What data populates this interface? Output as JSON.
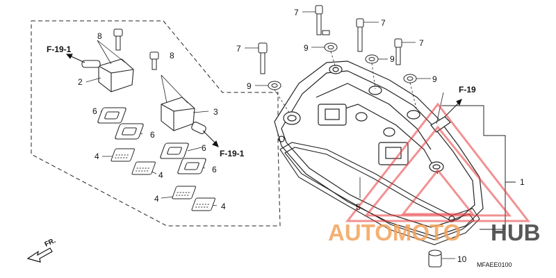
{
  "diagram": {
    "part_labels": {
      "p1": "1",
      "p2": "2",
      "p3": "3",
      "p4a": "4",
      "p4b": "4",
      "p4c": "4",
      "p4d": "4",
      "p5": "5",
      "p6a": "6",
      "p6b": "6",
      "p6c": "6",
      "p6d": "6",
      "p7a": "7",
      "p7b": "7",
      "p7c": "7",
      "p7d": "7",
      "p8a": "8",
      "p8b": "8",
      "p9a": "9",
      "p9b": "9",
      "p9c": "9",
      "p9d": "9",
      "p10": "10"
    },
    "refs": {
      "f191_top": "F-19-1",
      "f191_bottom": "F-19-1",
      "f19": "F-19"
    },
    "front_marker": "FR.",
    "diagram_code": "MFAEE0100"
  },
  "watermark": {
    "part1": "AUTOMOTO",
    "part2": "HUB",
    "color_orange": "#f3a35b",
    "color_dark": "#3b3b3b",
    "triangle_color": "#e8363a"
  }
}
